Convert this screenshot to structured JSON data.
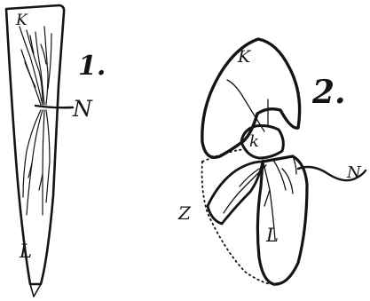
{
  "figure1": {
    "number": "1.",
    "labels": {
      "top": "K",
      "nerve": "N",
      "bottom": "L"
    }
  },
  "figure2": {
    "number": "2.",
    "labels": {
      "upper_lobe": "K",
      "small_lobe": "k",
      "left": "Z",
      "lower_lobe": "L",
      "nerve": "N"
    }
  },
  "colors": {
    "ink": "#141414",
    "paper": "#ffffff"
  }
}
